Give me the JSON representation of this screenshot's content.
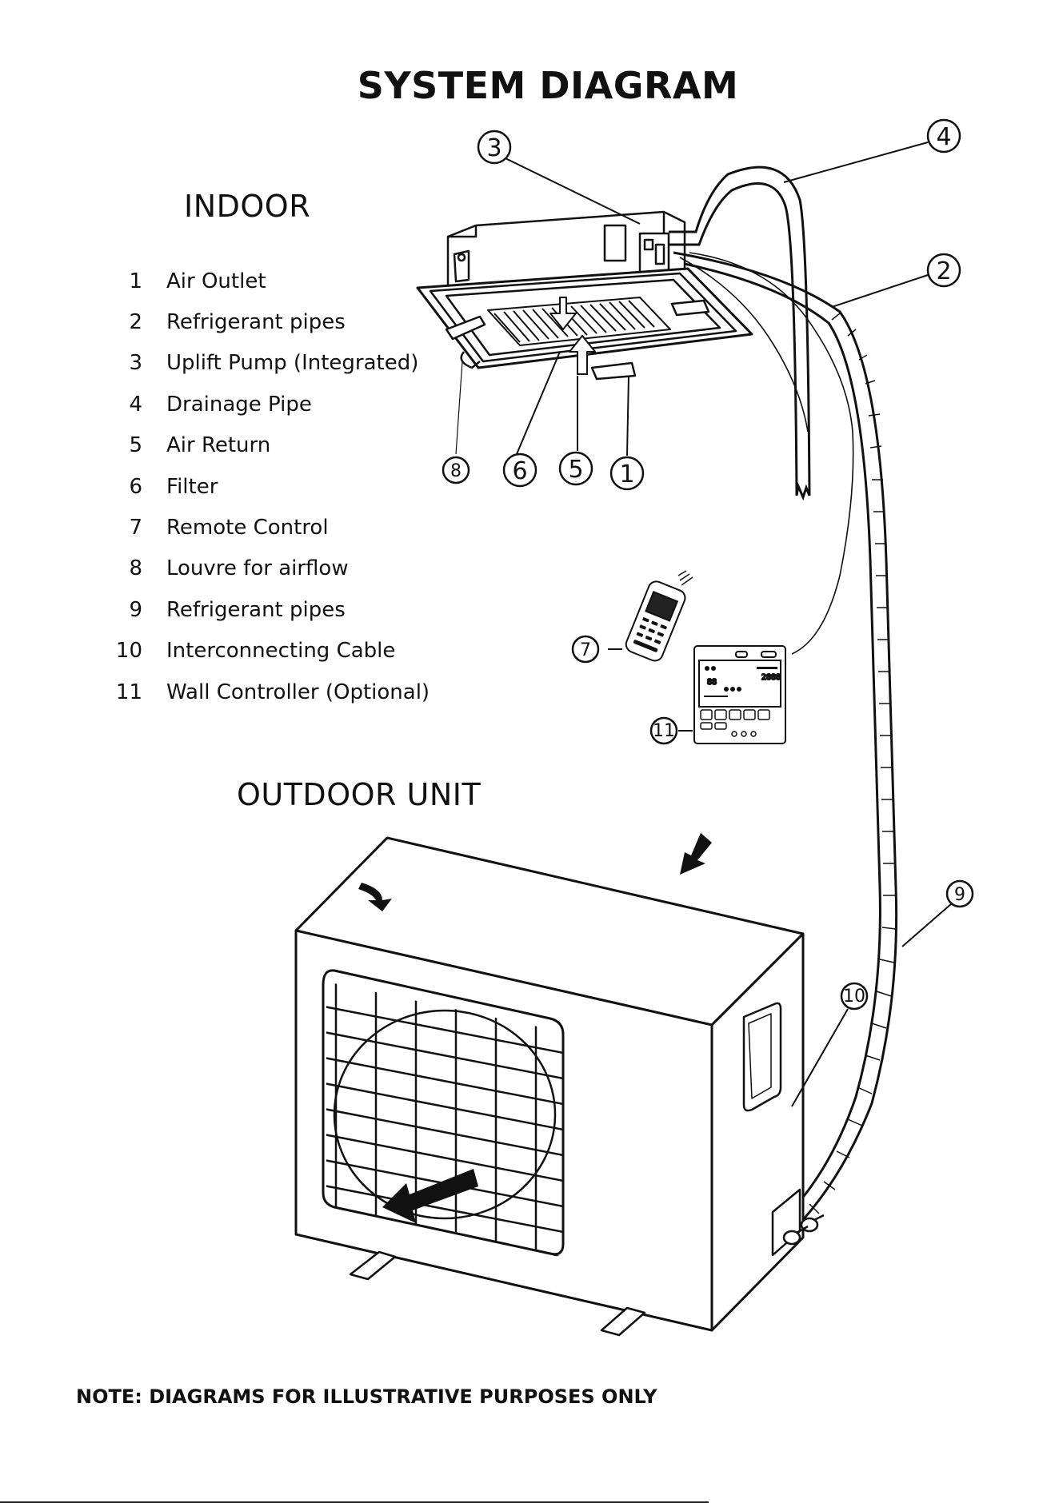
{
  "title": "SYSTEM DIAGRAM",
  "indoor": {
    "heading": "INDOOR",
    "items": [
      {
        "num": "1",
        "label": "Air Outlet"
      },
      {
        "num": "2",
        "label": "Refrigerant pipes"
      },
      {
        "num": "3",
        "label": "Uplift Pump (Integrated)"
      },
      {
        "num": "4",
        "label": "Drainage Pipe"
      },
      {
        "num": "5",
        "label": "Air Return"
      },
      {
        "num": "6",
        "label": "Filter"
      },
      {
        "num": "7",
        "label": "Remote Control"
      },
      {
        "num": "8",
        "label": "Louvre for airflow"
      },
      {
        "num": "9",
        "label": "Refrigerant pipes"
      },
      {
        "num": "10",
        "label": "Interconnecting Cable"
      },
      {
        "num": "11",
        "label": "Wall Controller (Optional)"
      }
    ]
  },
  "outdoor": {
    "heading": "OUTDOOR UNIT"
  },
  "note": "NOTE: DIAGRAMS FOR ILLUSTRATIVE PURPOSES ONLY",
  "callouts": [
    "1",
    "2",
    "3",
    "4",
    "5",
    "6",
    "7",
    "8",
    "9",
    "10",
    "11"
  ],
  "controller_display": {
    "temp": "88",
    "clock": "2888"
  }
}
